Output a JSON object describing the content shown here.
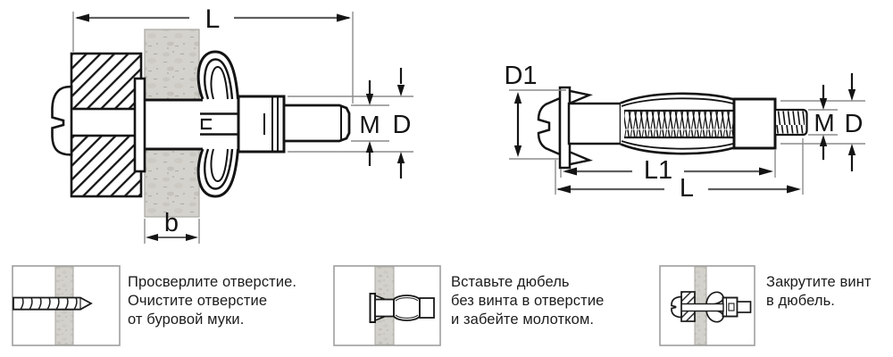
{
  "installed_view": {
    "labels": {
      "length": "L",
      "thread": "M",
      "diameter": "D",
      "wall_thickness": "b"
    }
  },
  "anchor_view": {
    "labels": {
      "head_diameter": "D1",
      "thread": "M",
      "diameter": "D",
      "body_length": "L1",
      "length": "L"
    }
  },
  "steps": [
    {
      "lines": [
        "Просверлите отверстие.",
        "Очистите отверстие",
        "от буровой муки."
      ]
    },
    {
      "lines": [
        "Вставьте дюбель",
        "без винта в отверстие",
        "и забейте молотком."
      ]
    },
    {
      "lines": [
        "Закрутите винт",
        "в дюбель."
      ]
    }
  ],
  "colors": {
    "outline": "#141414",
    "dimension_line": "#5f5f5f",
    "extension_line": "#8c8c8c",
    "wall_fill": "#d4d2cc",
    "text": "#1c1c1c"
  }
}
